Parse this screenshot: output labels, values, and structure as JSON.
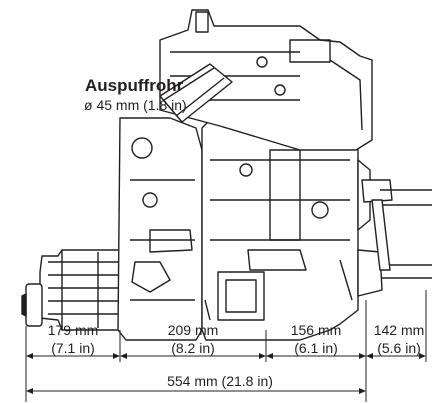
{
  "exhaust": {
    "title": "Auspuffrohr",
    "diameter": "ø 45 mm (1.8 in)"
  },
  "dimensions": [
    {
      "mm": "179 mm",
      "in": "(7.1 in)"
    },
    {
      "mm": "209 mm",
      "in": "(8.2 in)"
    },
    {
      "mm": "156 mm",
      "in": "(6.1 in)"
    },
    {
      "mm": "142 mm",
      "in": "(5.6 in)"
    }
  ],
  "total": "554 mm (21.8  in)",
  "colors": {
    "ink": "#231f20"
  }
}
